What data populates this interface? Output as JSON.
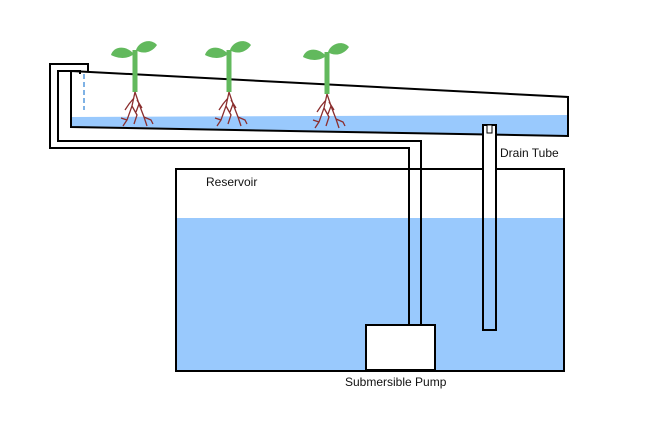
{
  "labels": {
    "reservoir": "Reservoir",
    "drain_tube": "Drain Tube",
    "pump": "Submersible Pump"
  },
  "colors": {
    "water": "#99c9fd",
    "outline": "#000000",
    "leaf": "#62b95d",
    "root": "#8b2e2e",
    "drip": "#7fb2e5"
  },
  "plant_count": 3
}
